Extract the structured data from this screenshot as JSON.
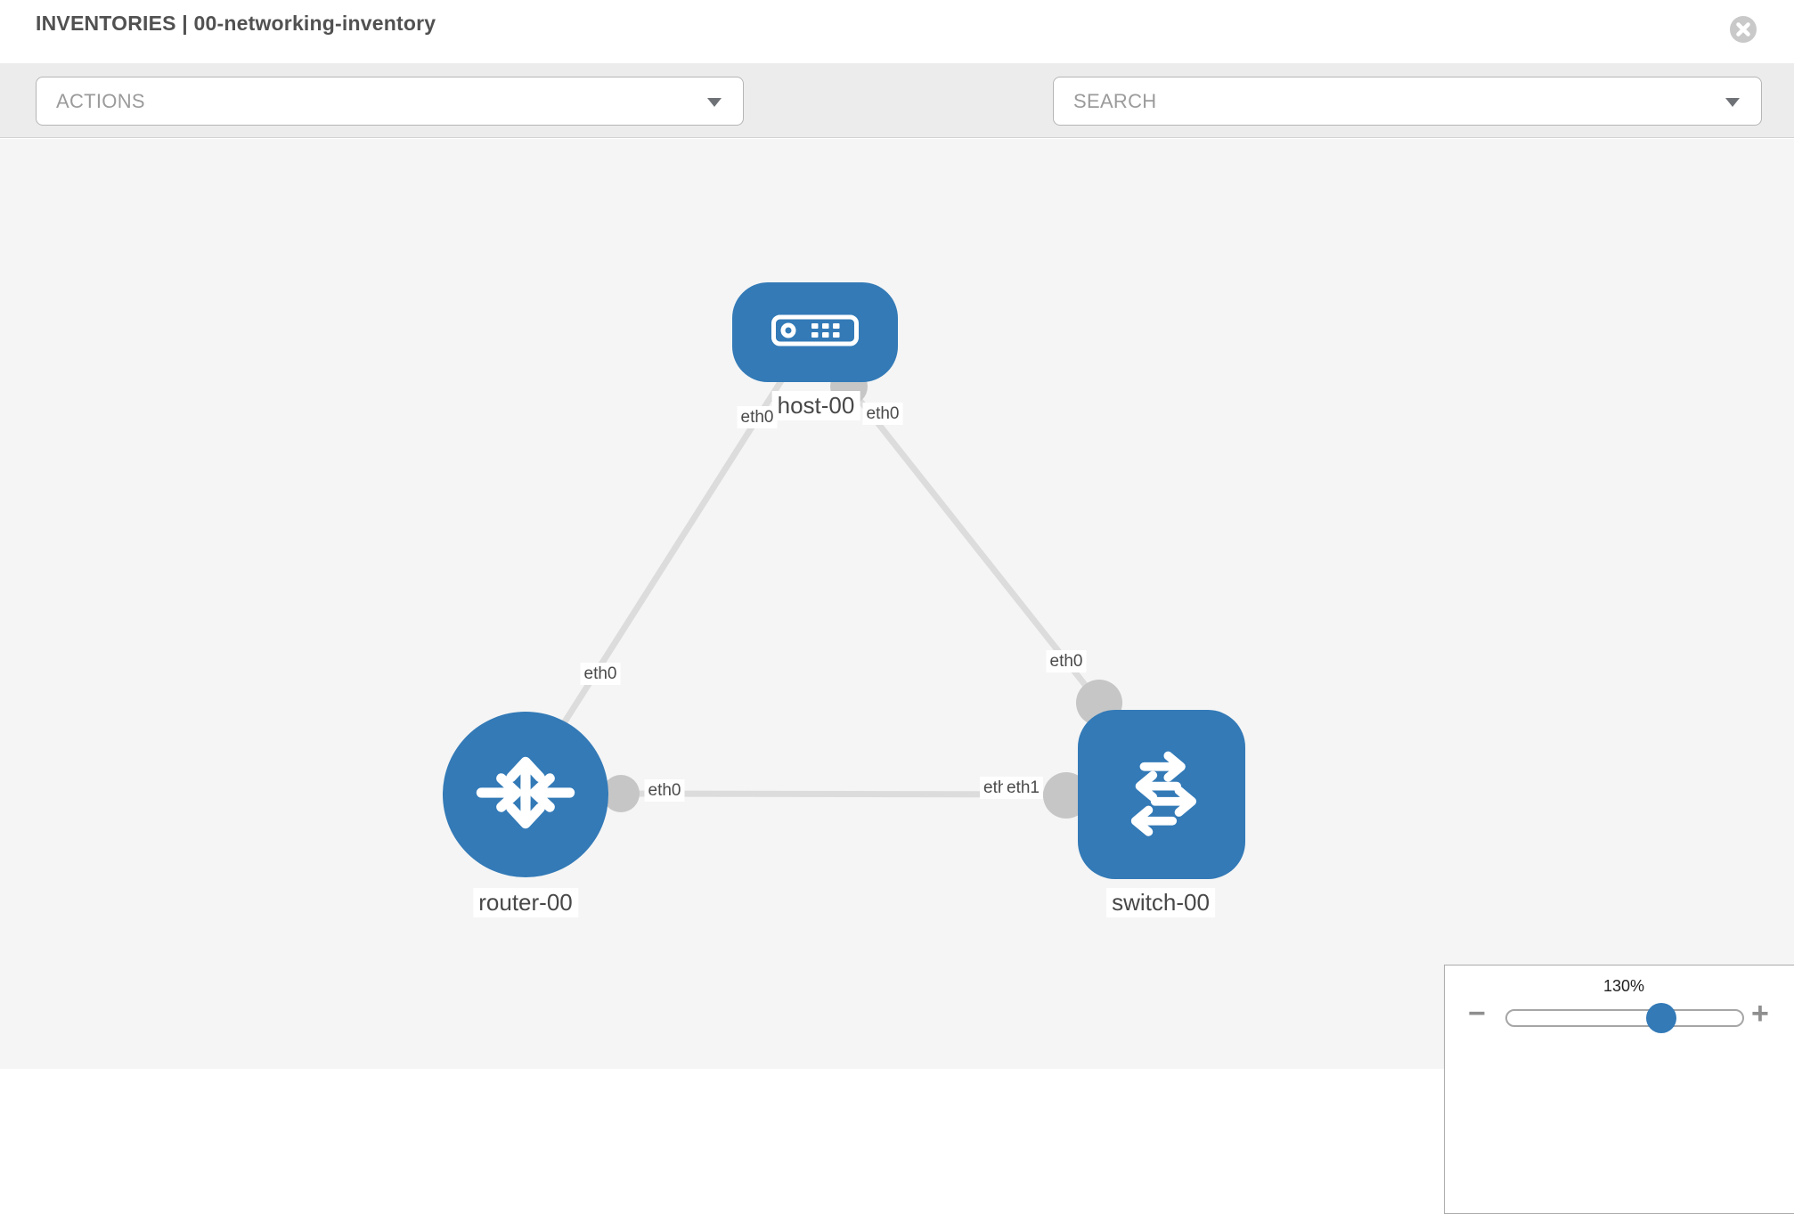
{
  "header": {
    "title": "INVENTORIES | 00-networking-inventory",
    "close_icon": "x-circle-icon"
  },
  "toolbar": {
    "actions": {
      "label": "ACTIONS"
    },
    "tools": [
      {
        "icon": "wrench-icon"
      },
      {
        "icon": "key-icon"
      }
    ],
    "search": {
      "label": "SEARCH"
    }
  },
  "topology": {
    "nodes": [
      {
        "id": "host-00",
        "label": "host-00",
        "type": "host",
        "icon": "server-icon"
      },
      {
        "id": "router-00",
        "label": "router-00",
        "type": "router",
        "icon": "router-arrows-icon"
      },
      {
        "id": "switch-00",
        "label": "switch-00",
        "type": "switch",
        "icon": "switch-arrows-icon"
      }
    ],
    "links": [
      {
        "from": "host-00",
        "to": "router-00",
        "from_interface": "eth0",
        "to_interface": "eth0"
      },
      {
        "from": "host-00",
        "to": "switch-00",
        "from_interface": "eth0",
        "to_interface": "eth0"
      },
      {
        "from": "router-00",
        "to": "switch-00",
        "from_interface": "eth0",
        "to_interface": "eth1"
      }
    ],
    "interface_labels": {
      "host_left": "eth0",
      "host_right": "eth0",
      "link_host_router_mid": "eth0",
      "link_host_switch_mid": "eth0",
      "router_port": "eth0",
      "switch_port_back": "eth0",
      "switch_port_front": "eth1"
    }
  },
  "zoom_control": {
    "level": "130%",
    "decrease": "−",
    "increase": "+"
  },
  "colors": {
    "node_blue": "#337ab7",
    "link_gray": "#dcdcdc",
    "port_gray": "#c6c6c6",
    "toolbar_bg": "#ececec",
    "canvas_bg": "#f5f5f5"
  }
}
